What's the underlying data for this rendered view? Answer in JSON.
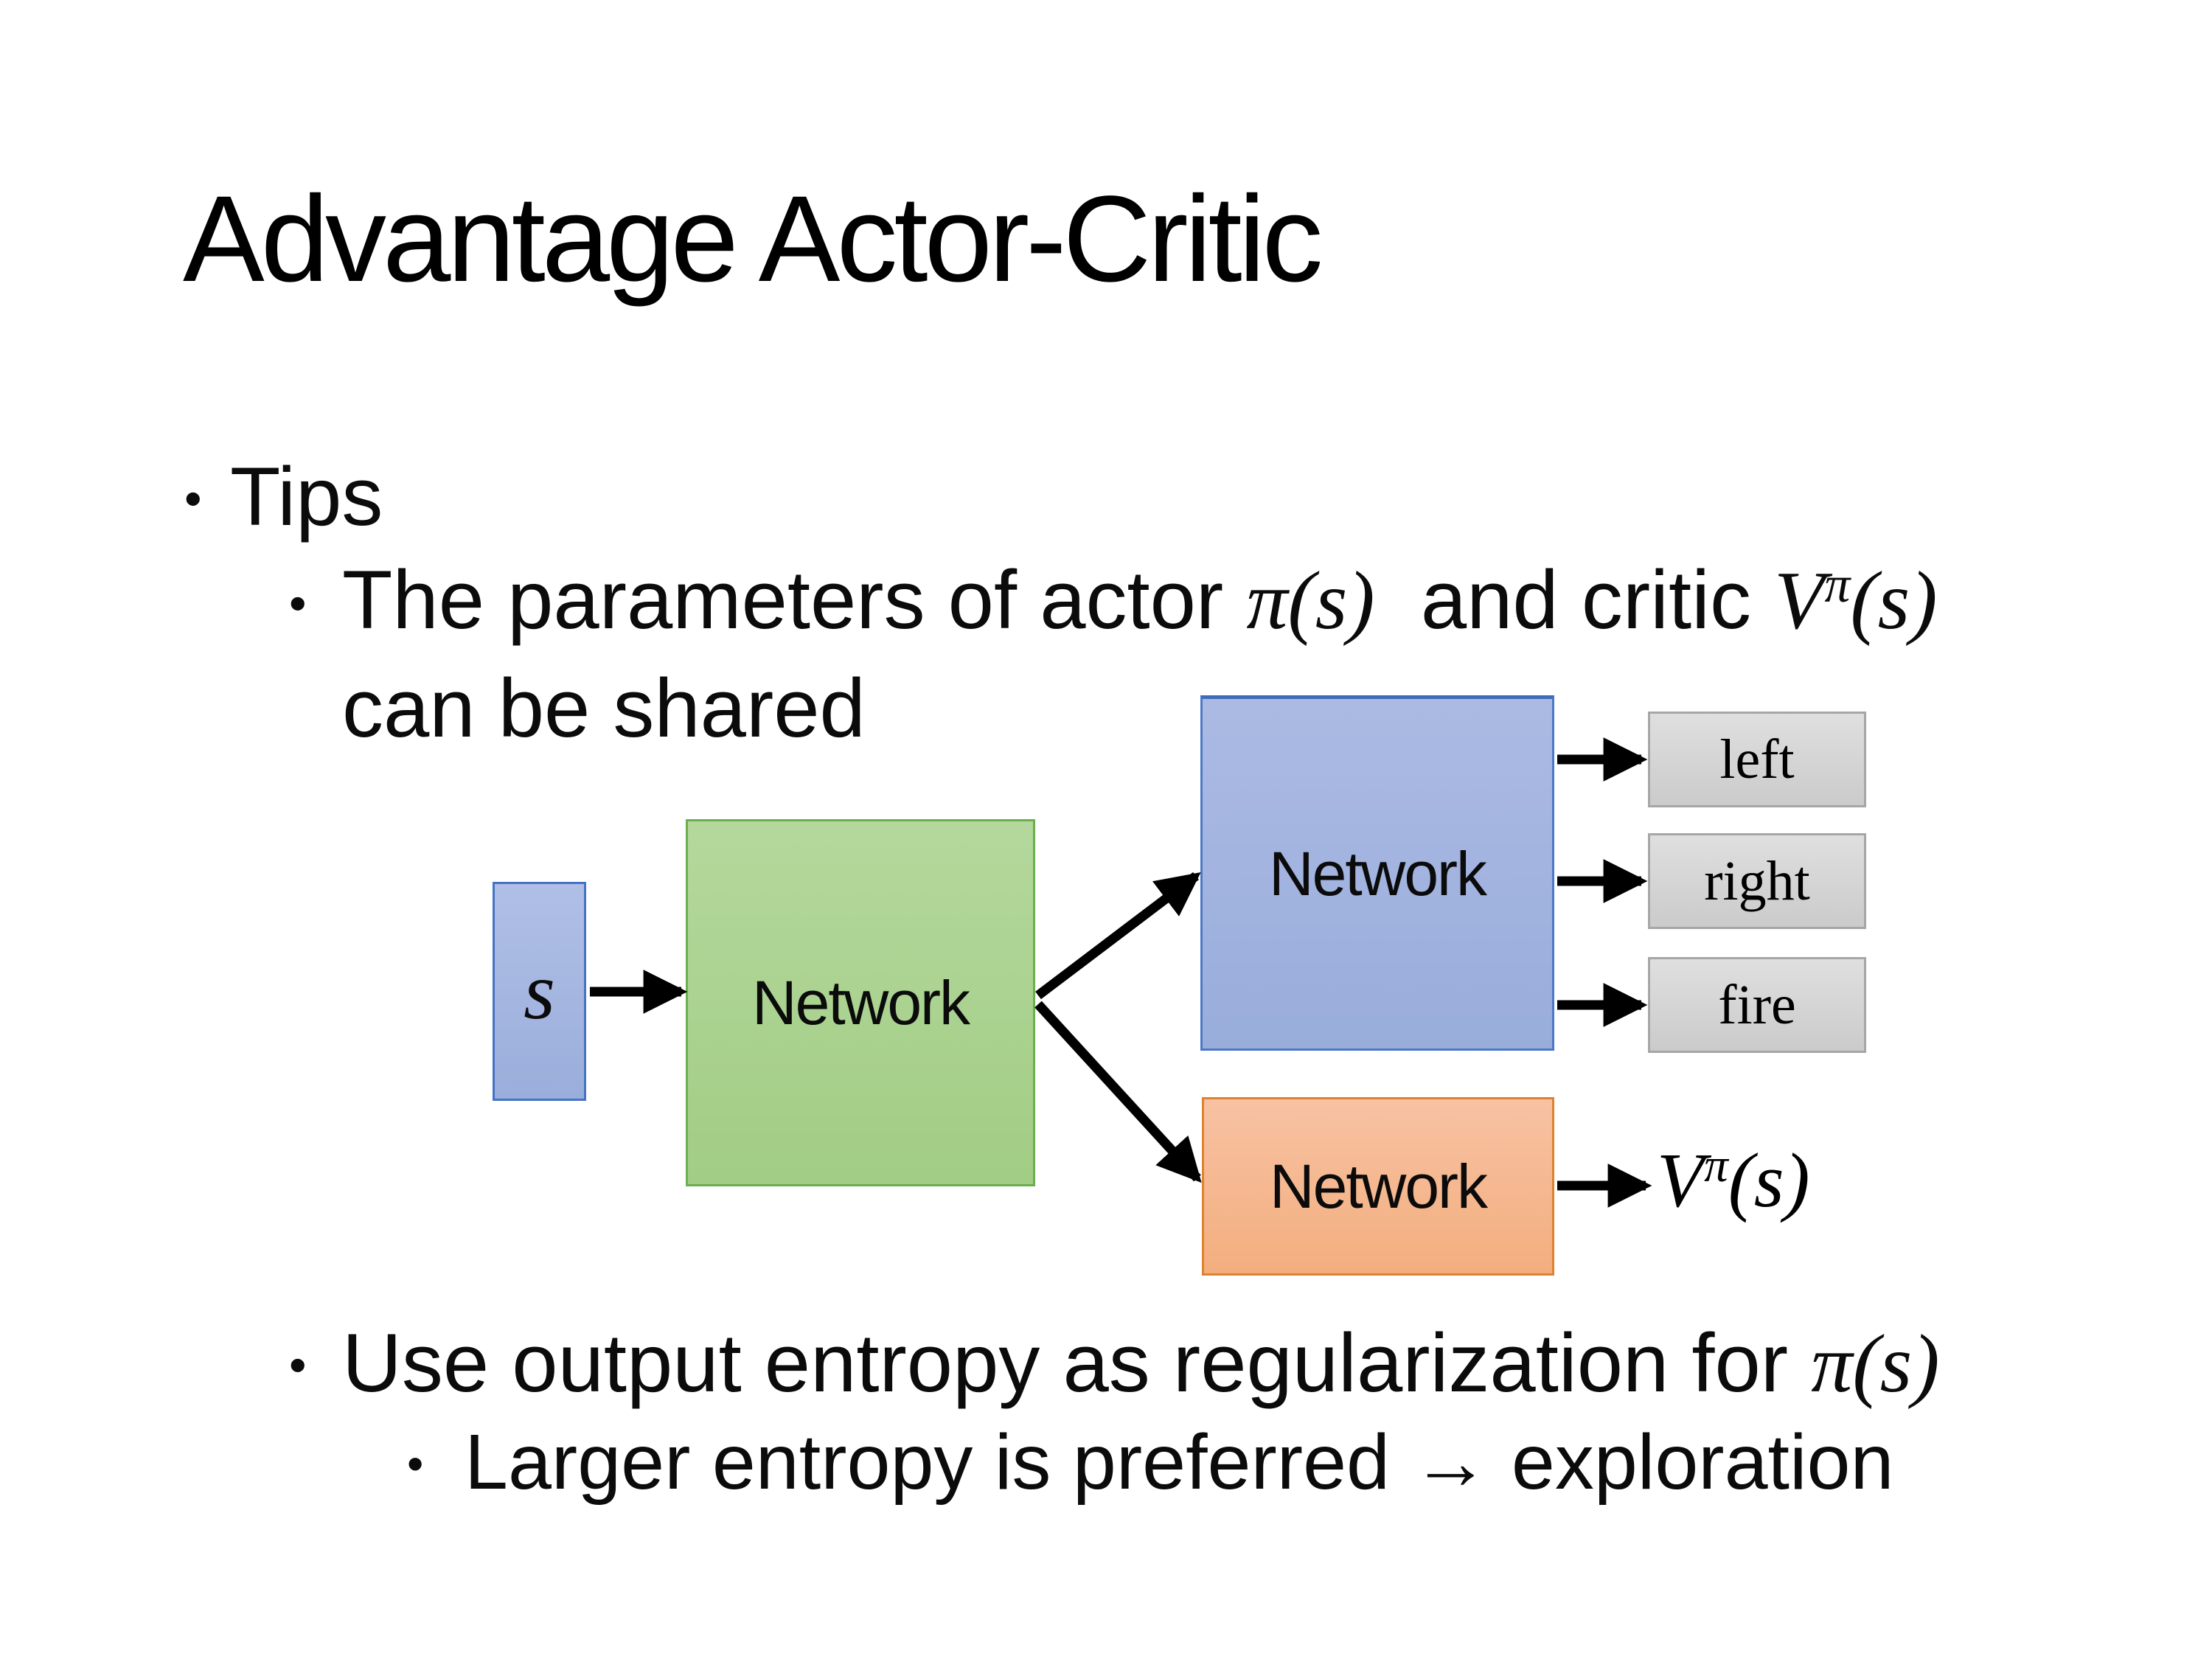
{
  "slide": {
    "title": "Advantage Actor-Critic",
    "bullet_glyph": "•",
    "tips_label": "Tips",
    "param_bullet": {
      "text_before": "The parameters of actor ",
      "actor_math": "π(s)",
      "text_middle": "  and critic ",
      "critic_base": "V",
      "critic_sup": "π",
      "critic_args": "(s)",
      "line2": "can be shared"
    },
    "entropy_bullet": {
      "text_before": "Use output entropy as regularization for ",
      "math": "π(s)"
    },
    "exploration_bullet": "Larger entropy is preferred → exploration"
  },
  "diagram": {
    "state_label": "s",
    "shared_network_label": "Network",
    "actor_network_label": "Network",
    "critic_network_label": "Network",
    "actions": [
      "left",
      "right",
      "fire"
    ],
    "critic_output": {
      "base": "V",
      "sup": "π",
      "args": "(s)"
    },
    "colors": {
      "state_fill": "#A6B7E2",
      "state_border": "#4472C4",
      "shared_fill": "#A9D18E",
      "shared_border": "#6CAE4F",
      "actor_fill": "#A3B5E0",
      "actor_border": "#4472C4",
      "critic_fill": "#F5BA97",
      "critic_border": "#ED7D31",
      "action_fill": "#D5D5D5",
      "action_border": "#A6A6A6",
      "arrow": "#000000",
      "text": "#000000",
      "background": "#FFFFFF"
    }
  }
}
